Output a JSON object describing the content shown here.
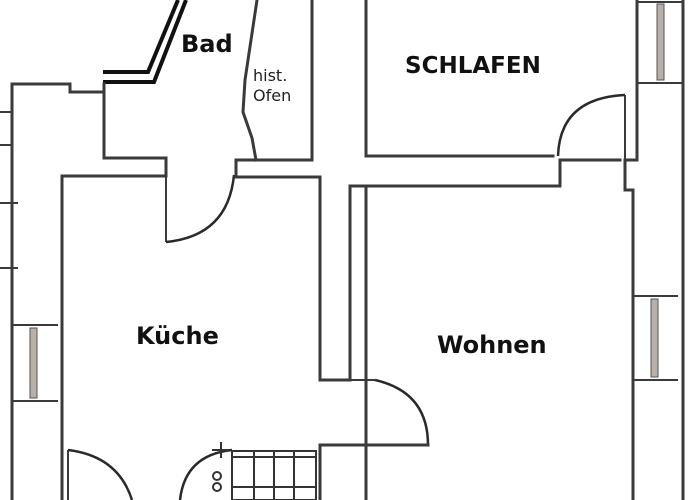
{
  "plan": {
    "rooms": {
      "bad": {
        "label": "Bad"
      },
      "ofen": {
        "label_line1": "hist.",
        "label_line2": "Ofen"
      },
      "schlafen": {
        "label": "SCHLAFEN"
      },
      "kueche": {
        "label": "Küche"
      },
      "wohnen": {
        "label": "Wohnen"
      }
    },
    "colors": {
      "wall": "#3a3a3a",
      "background": "#ffffff",
      "text": "#111111"
    }
  }
}
